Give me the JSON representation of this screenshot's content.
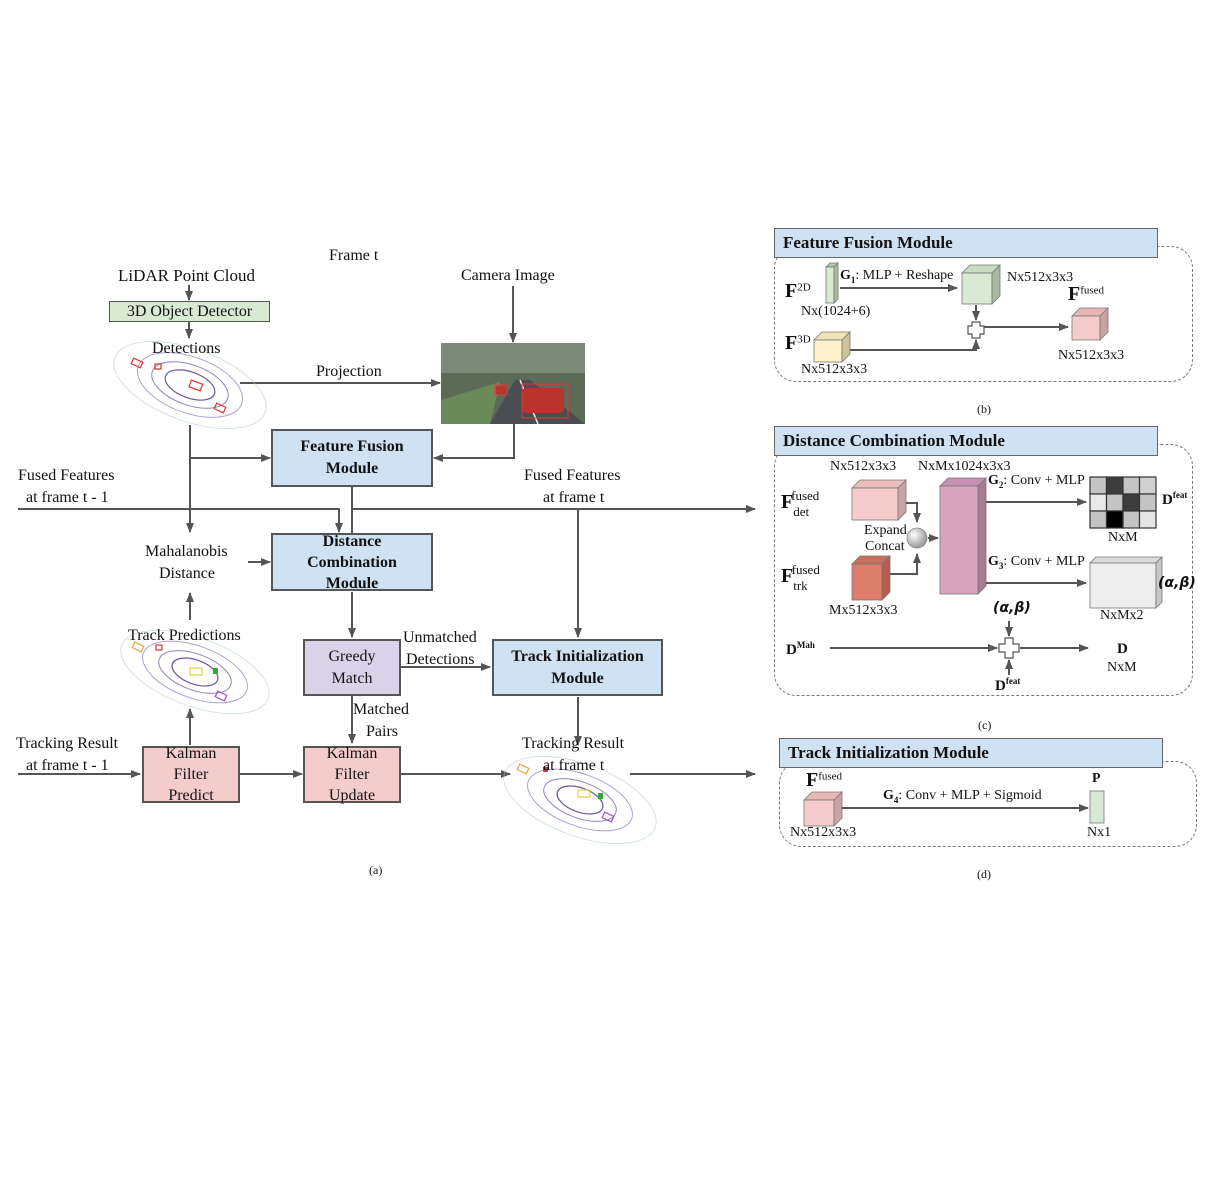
{
  "panel_a": {
    "frame_label": "Frame t",
    "lidar_label": "LiDAR Point Cloud",
    "detector_label": "3D Object Detector",
    "detections_label": "Detections",
    "camera_label": "Camera Image",
    "projection_label": "Projection",
    "feature_fusion": [
      "Feature Fusion",
      "Module"
    ],
    "fused_prev": [
      "Fused Features",
      "at frame t - 1"
    ],
    "fused_curr": [
      "Fused Features",
      "at frame t"
    ],
    "mahalanobis": [
      "Mahalanobis",
      "Distance"
    ],
    "distance_combination": [
      "Distance",
      "Combination",
      "Module"
    ],
    "track_predictions": "Track Predictions",
    "greedy_match": [
      "Greedy",
      "Match"
    ],
    "unmatched": [
      "Unmatched",
      "Detections"
    ],
    "track_init": [
      "Track Initialization",
      "Module"
    ],
    "matched": [
      "Matched",
      "Pairs"
    ],
    "tracking_prev": [
      "Tracking Result",
      "at frame t - 1"
    ],
    "kalman_predict": [
      "Kalman",
      "Filter",
      "Predict"
    ],
    "kalman_update": [
      "Kalman",
      "Filter",
      "Update"
    ],
    "tracking_curr": [
      "Tracking Result",
      "at frame t"
    ],
    "caption": "(a)"
  },
  "panel_b": {
    "title": "Feature Fusion Module",
    "f2d": "F",
    "f2d_sup": "2D",
    "f2d_dim": "Nx(1024+6)",
    "g1_label_main": "G",
    "g1_sub": "1",
    "g1_rest": ": MLP + Reshape",
    "mid_dim": "Nx512x3x3",
    "f3d": "F",
    "f3d_sup": "3D",
    "f3d_dim": "Nx512x3x3",
    "ffused": "F",
    "ffused_sup": "fused",
    "ffused_dim": "Nx512x3x3",
    "caption": "(b)"
  },
  "panel_c": {
    "title": "Distance Combination Module",
    "det_dim": "Nx512x3x3",
    "concat_dim": "NxMx1024x3x3",
    "fdet": "F",
    "fdet_sub": "det",
    "fdet_sup": "fused",
    "ftrk": "F",
    "ftrk_sub": "trk",
    "ftrk_sup": "fused",
    "trk_dim": "Mx512x3x3",
    "expand": [
      "Expand",
      "Concat"
    ],
    "g2_main": "G",
    "g2_sub": "2",
    "g2_rest": ": Conv + MLP",
    "g3_main": "G",
    "g3_sub": "3",
    "g3_rest": ": Conv + MLP",
    "dfeat": "D",
    "dfeat_sup": "feat",
    "nxm": "NxM",
    "alpha_beta": "(α,β)",
    "nxmx2": "NxMx2",
    "dmah": "D",
    "dmah_sup": "Mah",
    "dout": "D",
    "dout_dim": "NxM",
    "dfeat_bottom": "D",
    "dfeat_bottom_sup": "feat",
    "heatmap_levels": [
      [
        0.8,
        0.25,
        0.8,
        0.85
      ],
      [
        0.95,
        0.8,
        0.25,
        0.8
      ],
      [
        0.8,
        0.0,
        0.8,
        0.93
      ]
    ],
    "caption": "(c)"
  },
  "panel_d": {
    "title": "Track Initialization Module",
    "ffused": "F",
    "ffused_sup": "fused",
    "in_dim": "Nx512x3x3",
    "g4_main": "G",
    "g4_sub": "4",
    "g4_rest": ": Conv + MLP + Sigmoid",
    "p_label": "P",
    "out_dim": "Nx1",
    "caption": "(d)"
  },
  "colors": {
    "module_blue": "#cfe2f3",
    "kalman_pink": "#f4cccc",
    "greedy_purple": "#d9d2e9",
    "detector_green": "#d9ead3",
    "arrow": "#555555"
  }
}
